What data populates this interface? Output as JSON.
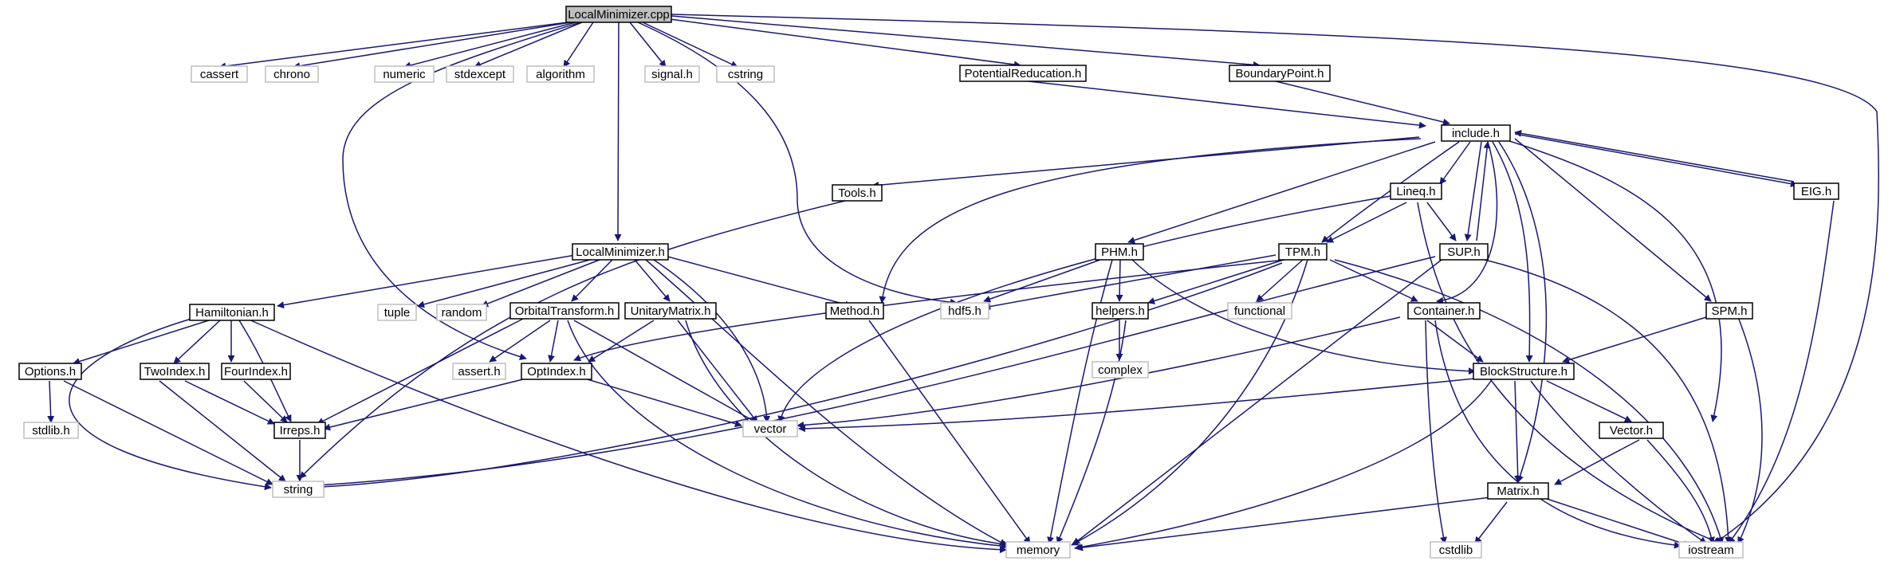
{
  "graph": {
    "root": "LocalMinimizer.cpp",
    "colors": {
      "edge": "#191970",
      "project_node_border": "#000000",
      "system_node_border": "#bfbfbf",
      "root_node_fill": "#bfbfbf",
      "background": "#ffffff"
    },
    "nodes": {
      "localminimizer_cpp": {
        "label": "LocalMinimizer.cpp",
        "kind": "root"
      },
      "cassert": {
        "label": "cassert",
        "kind": "system"
      },
      "chrono": {
        "label": "chrono",
        "kind": "system"
      },
      "numeric": {
        "label": "numeric",
        "kind": "system"
      },
      "stdexcept": {
        "label": "stdexcept",
        "kind": "system"
      },
      "algorithm": {
        "label": "algorithm",
        "kind": "system"
      },
      "signal_h": {
        "label": "signal.h",
        "kind": "system"
      },
      "cstring": {
        "label": "cstring",
        "kind": "system"
      },
      "potentialreducation_h": {
        "label": "PotentialReducation.h",
        "kind": "project"
      },
      "boundarypoint_h": {
        "label": "BoundaryPoint.h",
        "kind": "project"
      },
      "include_h": {
        "label": "include.h",
        "kind": "project"
      },
      "tools_h": {
        "label": "Tools.h",
        "kind": "project"
      },
      "lineq_h": {
        "label": "Lineq.h",
        "kind": "project"
      },
      "eig_h": {
        "label": "EIG.h",
        "kind": "project"
      },
      "localminimizer_h": {
        "label": "LocalMinimizer.h",
        "kind": "project"
      },
      "phm_h": {
        "label": "PHM.h",
        "kind": "project"
      },
      "tpm_h": {
        "label": "TPM.h",
        "kind": "project"
      },
      "sup_h": {
        "label": "SUP.h",
        "kind": "project"
      },
      "hamiltonian_h": {
        "label": "Hamiltonian.h",
        "kind": "project"
      },
      "tuple": {
        "label": "tuple",
        "kind": "system"
      },
      "random": {
        "label": "random",
        "kind": "system"
      },
      "orbitaltransform_h": {
        "label": "OrbitalTransform.h",
        "kind": "project"
      },
      "unitarymatrix_h": {
        "label": "UnitaryMatrix.h",
        "kind": "project"
      },
      "method_h": {
        "label": "Method.h",
        "kind": "project"
      },
      "hdf5_h": {
        "label": "hdf5.h",
        "kind": "system"
      },
      "helpers_h": {
        "label": "helpers.h",
        "kind": "project"
      },
      "functional": {
        "label": "functional",
        "kind": "system"
      },
      "container_h": {
        "label": "Container.h",
        "kind": "project"
      },
      "spm_h": {
        "label": "SPM.h",
        "kind": "project"
      },
      "options_h": {
        "label": "Options.h",
        "kind": "project"
      },
      "twoindex_h": {
        "label": "TwoIndex.h",
        "kind": "project"
      },
      "fourindex_h": {
        "label": "FourIndex.h",
        "kind": "project"
      },
      "assert_h": {
        "label": "assert.h",
        "kind": "system"
      },
      "optindex_h": {
        "label": "OptIndex.h",
        "kind": "project"
      },
      "complex": {
        "label": "complex",
        "kind": "system"
      },
      "blockstructure_h": {
        "label": "BlockStructure.h",
        "kind": "project"
      },
      "stdlib_h": {
        "label": "stdlib.h",
        "kind": "system"
      },
      "irreps_h": {
        "label": "Irreps.h",
        "kind": "project"
      },
      "vector": {
        "label": "vector",
        "kind": "system"
      },
      "vector_h": {
        "label": "Vector.h",
        "kind": "project"
      },
      "string": {
        "label": "string",
        "kind": "system"
      },
      "matrix_h": {
        "label": "Matrix.h",
        "kind": "project"
      },
      "cstdlib": {
        "label": "cstdlib",
        "kind": "system"
      },
      "memory": {
        "label": "memory",
        "kind": "system"
      },
      "iostream": {
        "label": "iostream",
        "kind": "system"
      }
    }
  }
}
